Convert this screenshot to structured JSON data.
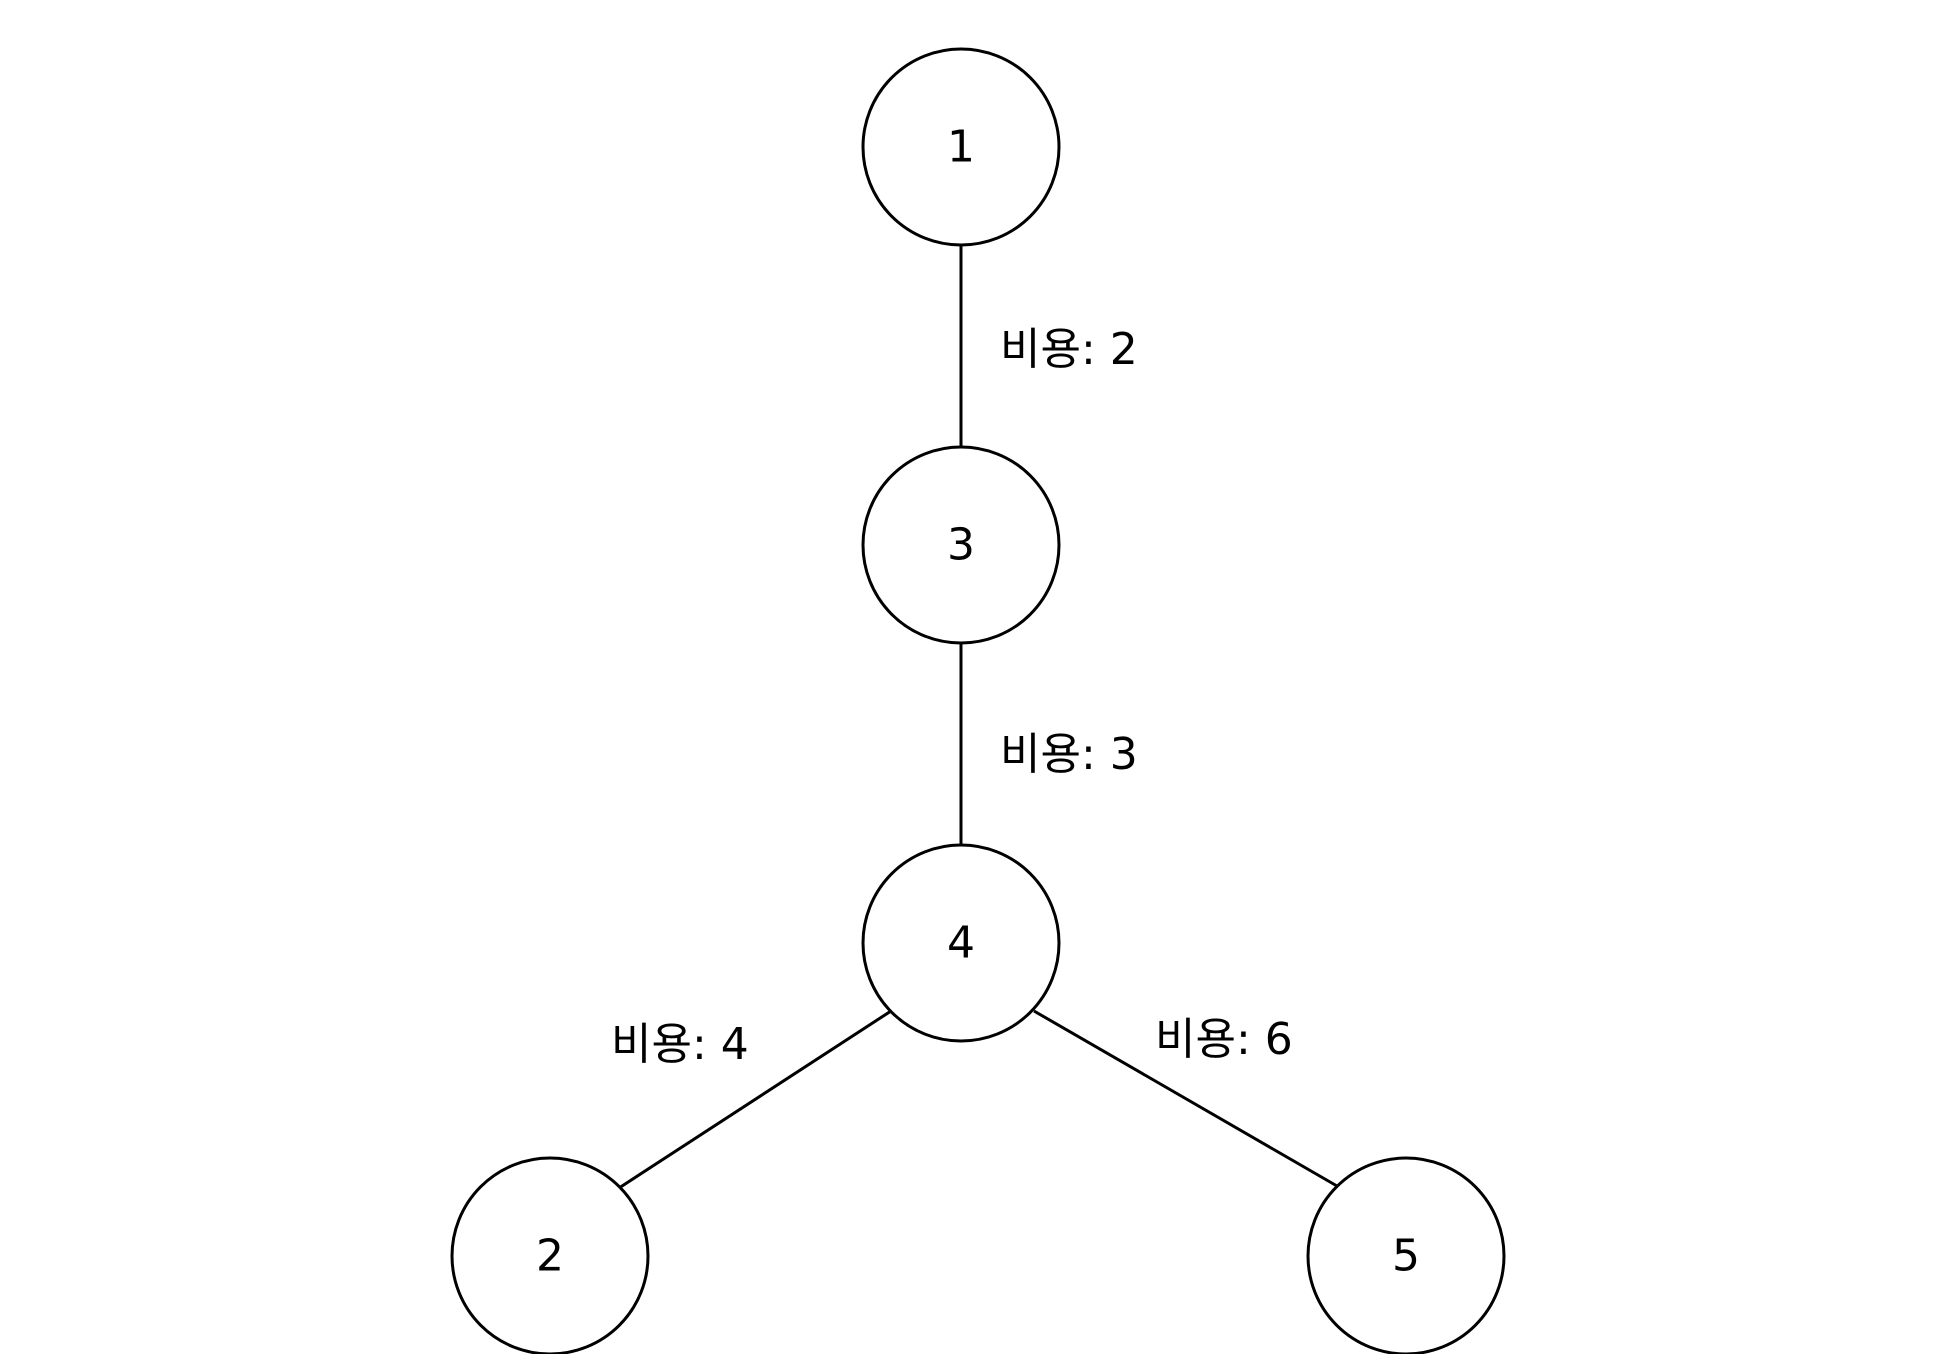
{
  "graph": {
    "nodes": [
      {
        "id": "1",
        "label": "1"
      },
      {
        "id": "3",
        "label": "3"
      },
      {
        "id": "4",
        "label": "4"
      },
      {
        "id": "2",
        "label": "2"
      },
      {
        "id": "5",
        "label": "5"
      }
    ],
    "edges": [
      {
        "from": "1",
        "to": "3",
        "label": "비용: 2"
      },
      {
        "from": "3",
        "to": "4",
        "label": "비용: 3"
      },
      {
        "from": "4",
        "to": "2",
        "label": "비용: 4"
      },
      {
        "from": "4",
        "to": "5",
        "label": "비용: 6"
      }
    ]
  }
}
